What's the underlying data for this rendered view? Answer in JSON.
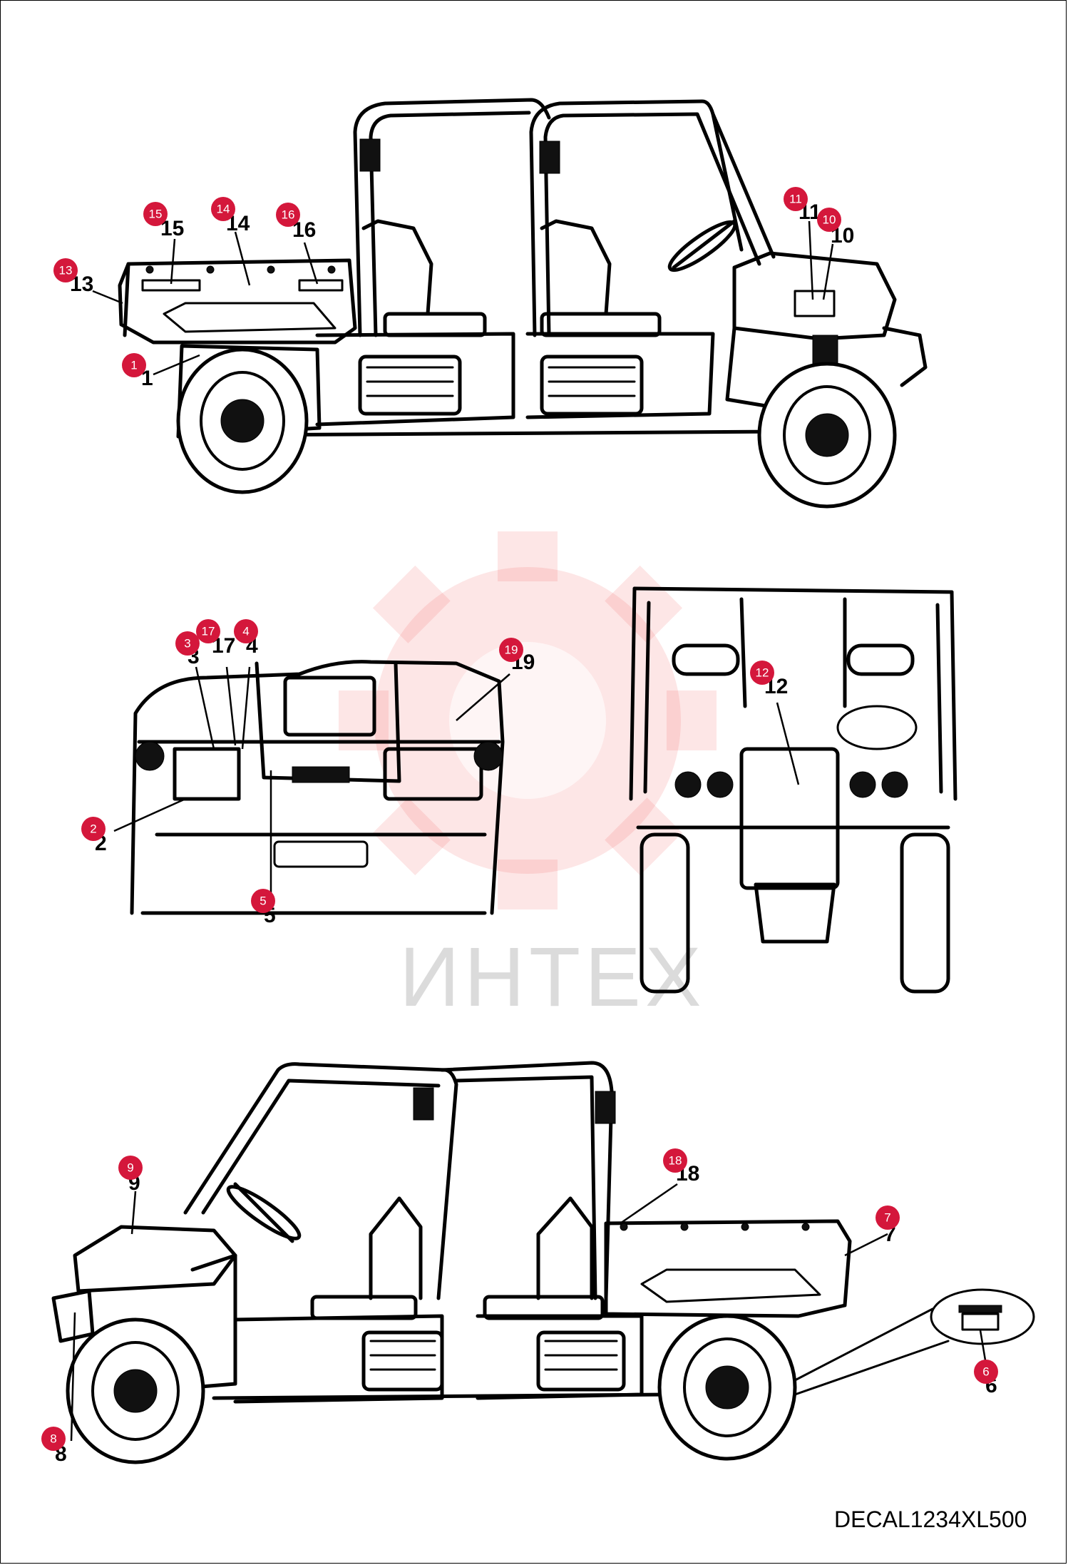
{
  "drawing_code": "DECAL1234XL500",
  "watermark": {
    "text": "ИНТЕХ",
    "logo": "gear-logo",
    "color": "#e53935"
  },
  "marker_color": "#d4173b",
  "callouts": {
    "c1": "1",
    "c2": "2",
    "c3": "3",
    "c4": "4",
    "c5": "5",
    "c6": "6",
    "c7": "7",
    "c8": "8",
    "c9": "9",
    "c10": "10",
    "c11": "11",
    "c12": "12",
    "c13": "13",
    "c14": "14",
    "c15": "15",
    "c16": "16",
    "c17": "17",
    "c18": "18",
    "c19": "19"
  },
  "views": [
    "left-side-view",
    "dashboard-view",
    "front-view",
    "right-side-view"
  ]
}
